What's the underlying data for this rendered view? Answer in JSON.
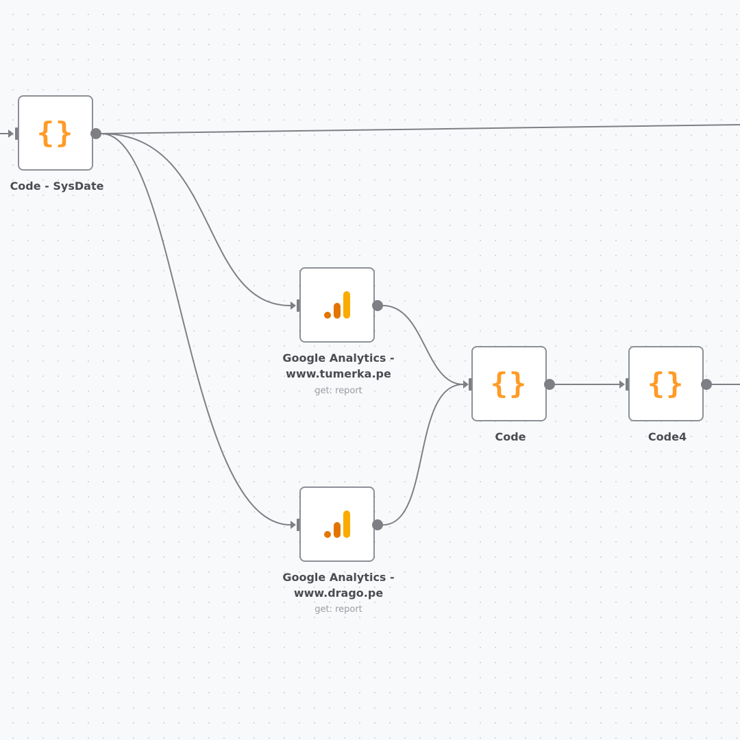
{
  "colors": {
    "canvas_background": "#f8f9fb",
    "connection": "#7d7f84",
    "node_border": "#8c8f96",
    "code_icon": "#ff9b26",
    "analytics_bar_dark": "#e37400",
    "analytics_bar_light": "#f9ab00"
  },
  "nodes": {
    "code_sysdate": {
      "label": "Code - SysDate",
      "icon": "code-braces-icon",
      "icon_glyph": "{}"
    },
    "ga_tumerka": {
      "label_line1": "Google Analytics -",
      "label_line2": "www.tumerka.pe",
      "subtitle": "get: report",
      "icon": "google-analytics-icon"
    },
    "ga_drago": {
      "label_line1": "Google Analytics -",
      "label_line2": "www.drago.pe",
      "subtitle": "get: report",
      "icon": "google-analytics-icon"
    },
    "code": {
      "label": "Code",
      "icon": "code-braces-icon",
      "icon_glyph": "{}"
    },
    "code4": {
      "label": "Code4",
      "icon": "code-braces-icon",
      "icon_glyph": "{}"
    }
  }
}
